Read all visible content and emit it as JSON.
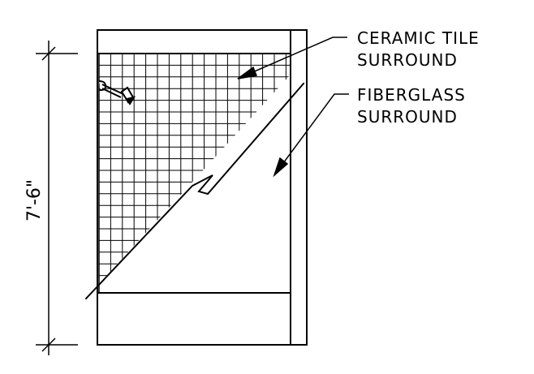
{
  "dimension": {
    "height_label": "7'-6\""
  },
  "labels": {
    "ceramic_line1": "CERAMIC TILE",
    "ceramic_line2": "SURROUND",
    "fiberglass_line1": "FIBERGLASS",
    "fiberglass_line2": "SURROUND"
  },
  "colors": {
    "ink": "#000000",
    "background": "#ffffff"
  }
}
